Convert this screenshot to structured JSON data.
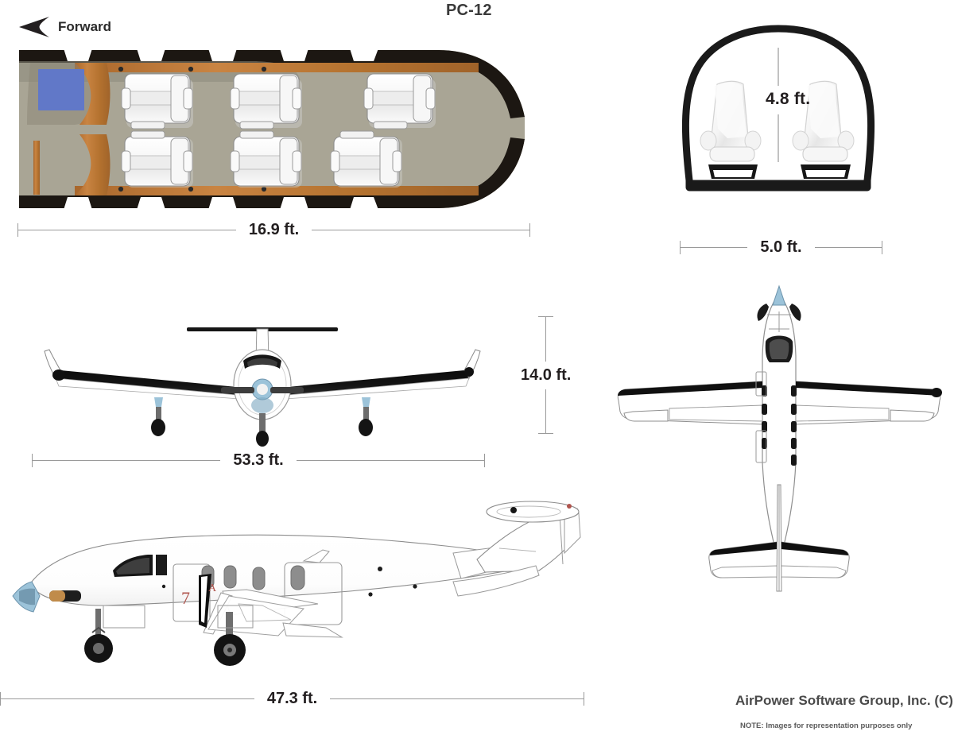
{
  "header": {
    "model_title": "PC-12",
    "forward_label": "Forward",
    "forward_icon": "arrow-left-icon"
  },
  "cabin_plan": {
    "name": "cabin-floor-plan",
    "seat_count": 6,
    "rows": 3,
    "colors": {
      "floor": "#a9a595",
      "wall": "#1c1712",
      "cabinetry": "#c07a36",
      "seat": "#f2f2f2",
      "monitor": "#6178c8",
      "headliner": "#8d8a7c"
    }
  },
  "cross_section": {
    "name": "cabin-cross-section",
    "height_label": "4.8 ft.",
    "seat_count": 2
  },
  "dimensions": {
    "cabin_length": "16.9 ft.",
    "cabin_width": "5.0 ft.",
    "cabin_height": "4.8 ft.",
    "aircraft_height": "14.0 ft.",
    "wingspan": "53.3 ft.",
    "aircraft_length": "47.3 ft."
  },
  "views": {
    "front": "front-elevation-view",
    "side": "side-elevation-view",
    "top": "top-plan-view"
  },
  "footer": {
    "company_credit": "AirPower Software Group, Inc.  (C)",
    "disclaimer": "NOTE: Images for representation purposes only"
  },
  "palette": {
    "line": "#9a9a9a",
    "ink": "#231f20",
    "accent_blue": "#9cc3d9",
    "wing_dark": "#101010"
  }
}
